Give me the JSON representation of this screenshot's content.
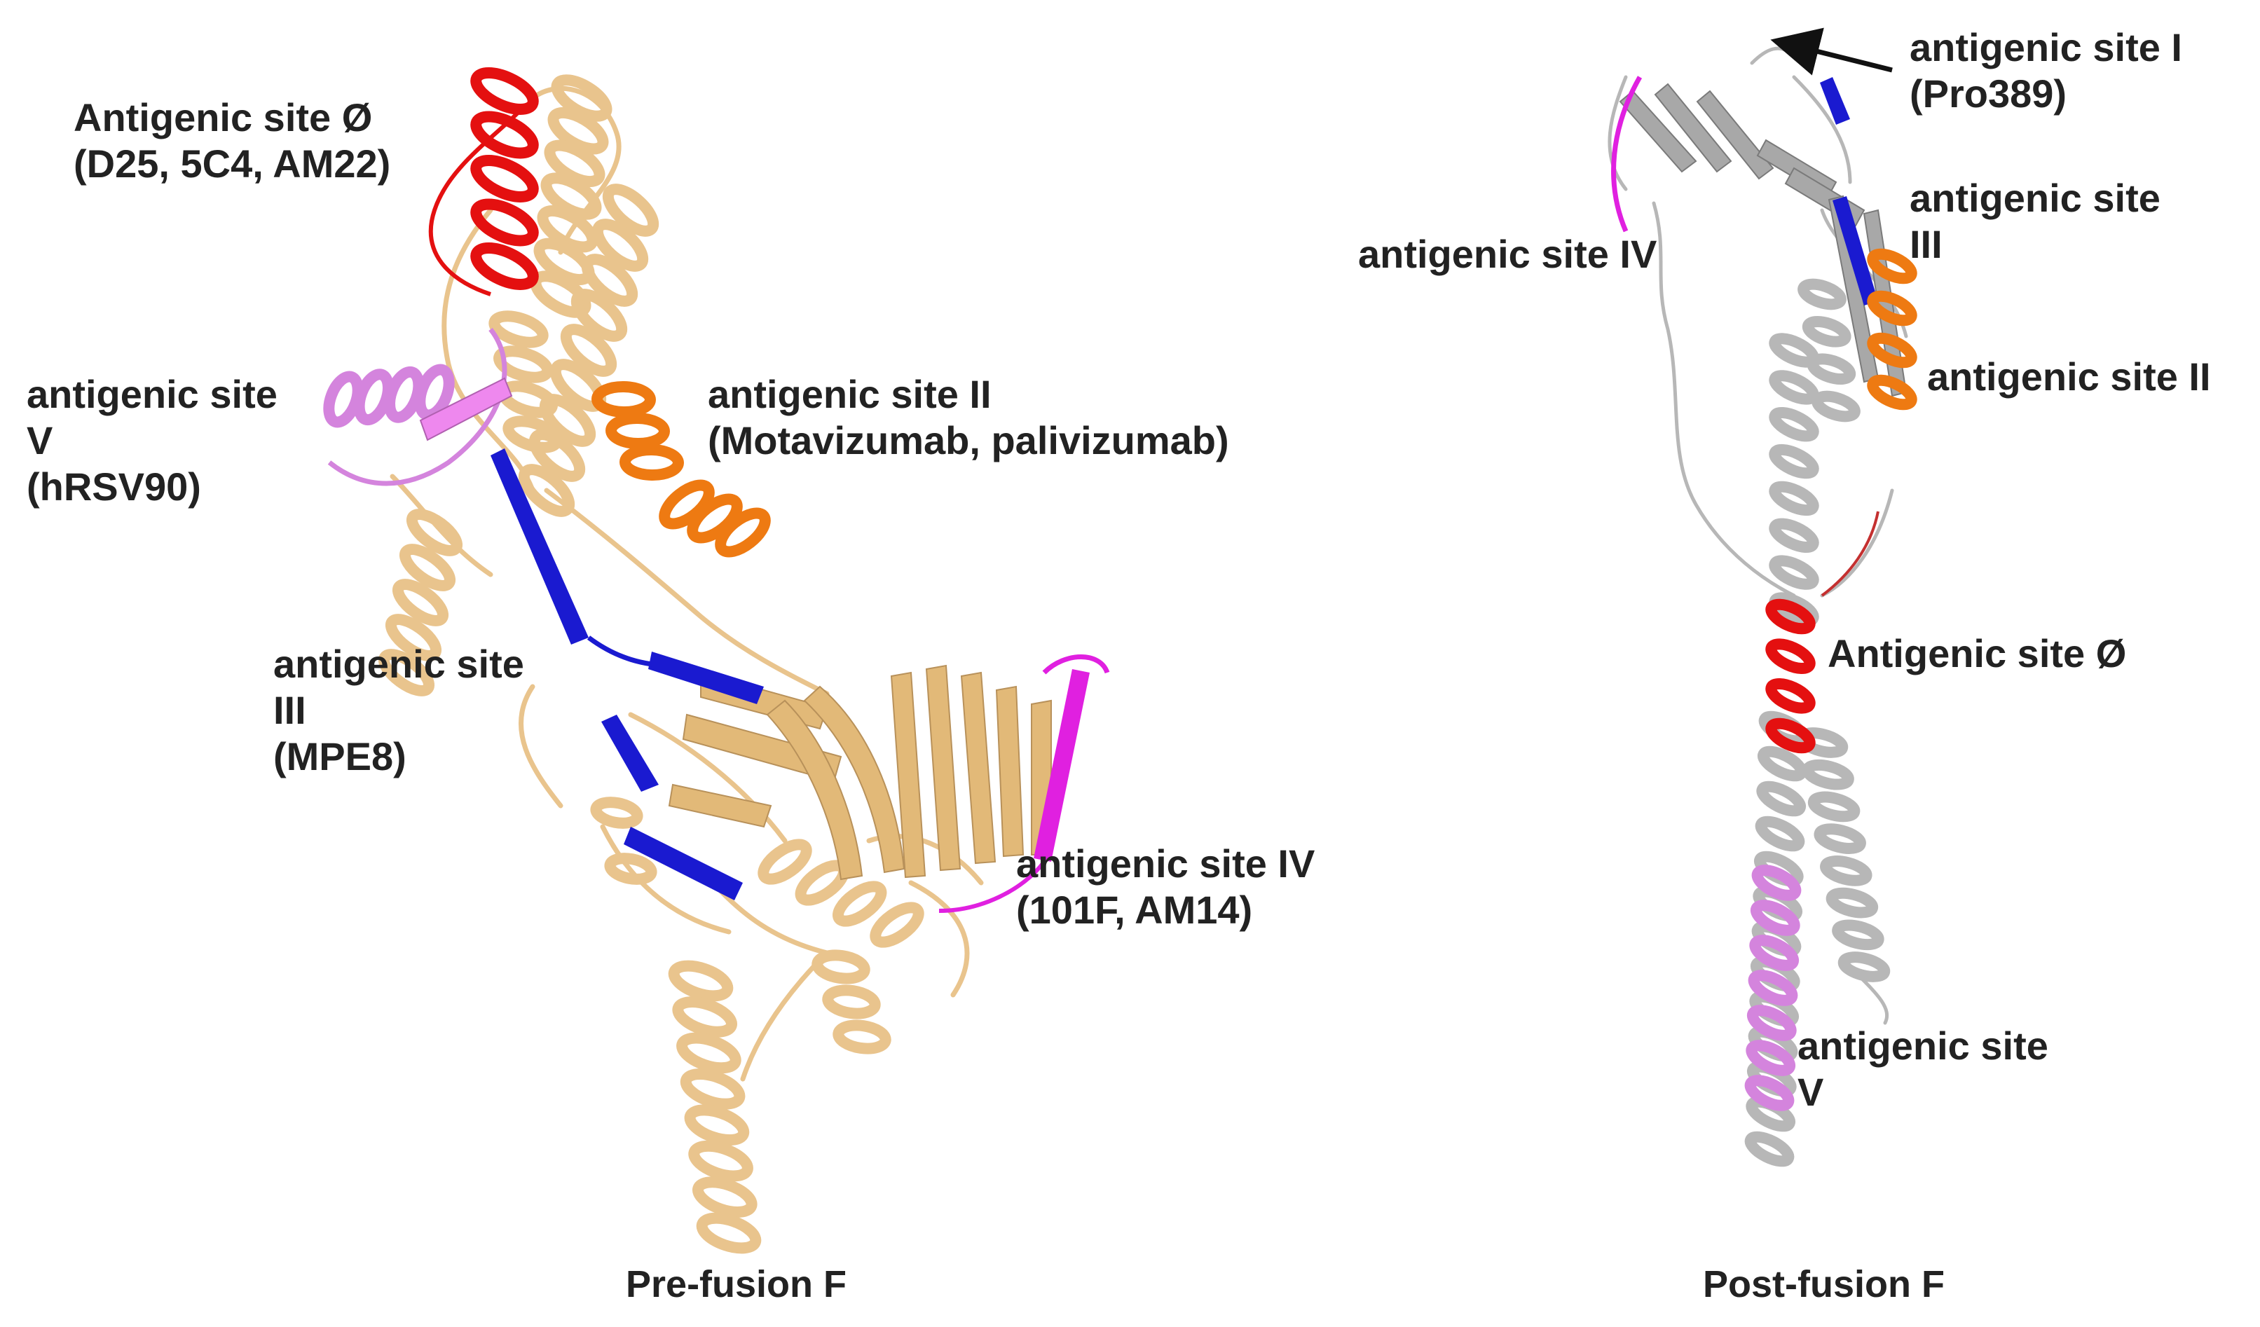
{
  "colors": {
    "pre_backbone": "#e9c48d",
    "post_backbone": "#b7b7b7",
    "site0": "#e41010",
    "site1": "#1a1ad0",
    "site2": "#ee7a12",
    "site3": "#1a1ad0",
    "site4": "#e020e0",
    "site5": "#d484dd",
    "text": "#222222"
  },
  "pre_fusion": {
    "caption": "Pre-fusion F",
    "labels": {
      "site0": [
        "Antigenic site Ø",
        "(D25, 5C4, AM22)"
      ],
      "site5": [
        "antigenic site",
        "V",
        "(hRSV90)"
      ],
      "site2": [
        "antigenic site II",
        "(Motavizumab, palivizumab)"
      ],
      "site3": [
        "antigenic site",
        "III",
        "(MPE8)"
      ],
      "site4": [
        "antigenic site IV",
        "(101F, AM14)"
      ]
    }
  },
  "post_fusion": {
    "caption": "Post-fusion F",
    "labels": {
      "site1": [
        "antigenic site I",
        "(Pro389)"
      ],
      "site4": [
        "antigenic site IV"
      ],
      "site3": [
        "antigenic site",
        "III"
      ],
      "site2": [
        "antigenic site II"
      ],
      "site0": [
        "Antigenic site Ø"
      ],
      "site5": [
        "antigenic site",
        "V"
      ]
    }
  },
  "icons": [
    "arrow-pointer-icon"
  ]
}
